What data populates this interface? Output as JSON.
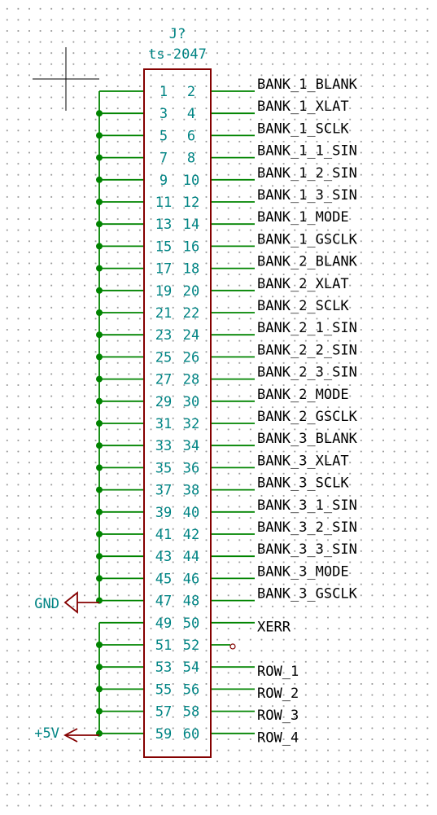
{
  "component": {
    "reference": "J?",
    "value": "ts-2047"
  },
  "left_pins": [
    "1",
    "3",
    "5",
    "7",
    "9",
    "11",
    "13",
    "15",
    "17",
    "19",
    "21",
    "23",
    "25",
    "27",
    "29",
    "31",
    "33",
    "35",
    "37",
    "39",
    "41",
    "43",
    "45",
    "47",
    "49",
    "51",
    "53",
    "55",
    "57",
    "59"
  ],
  "right_pins": [
    "2",
    "4",
    "6",
    "8",
    "10",
    "12",
    "14",
    "16",
    "18",
    "20",
    "22",
    "24",
    "26",
    "28",
    "30",
    "32",
    "34",
    "36",
    "38",
    "40",
    "42",
    "44",
    "46",
    "48",
    "50",
    "52",
    "54",
    "56",
    "58",
    "60"
  ],
  "right_nets": [
    "BANK_1_BLANK",
    "BANK_1_XLAT",
    "BANK_1_SCLK",
    "BANK_1_1_SIN",
    "BANK_1_2_SIN",
    "BANK_1_3_SIN",
    "BANK_1_MODE",
    "BANK_1_GSCLK",
    "BANK_2_BLANK",
    "BANK_2_XLAT",
    "BANK_2_SCLK",
    "BANK_2_1_SIN",
    "BANK_2_2_SIN",
    "BANK_2_3_SIN",
    "BANK_2_MODE",
    "BANK_2_GSCLK",
    "BANK_3_BLANK",
    "BANK_3_XLAT",
    "BANK_3_SCLK",
    "BANK_3_1_SIN",
    "BANK_3_2_SIN",
    "BANK_3_3_SIN",
    "BANK_3_MODE",
    "BANK_3_GSCLK",
    "",
    "XERR",
    "",
    "ROW_1",
    "ROW_2",
    "ROW_3",
    "ROW_4"
  ],
  "no_connect_pins": [
    "52"
  ],
  "power": {
    "gnd_label": "GND",
    "vcc_label": "+5V"
  },
  "colors": {
    "body": "#840000",
    "wire": "#008400",
    "pin_text": "#008484",
    "power_symbol": "#840000",
    "net_text": "#000000"
  }
}
